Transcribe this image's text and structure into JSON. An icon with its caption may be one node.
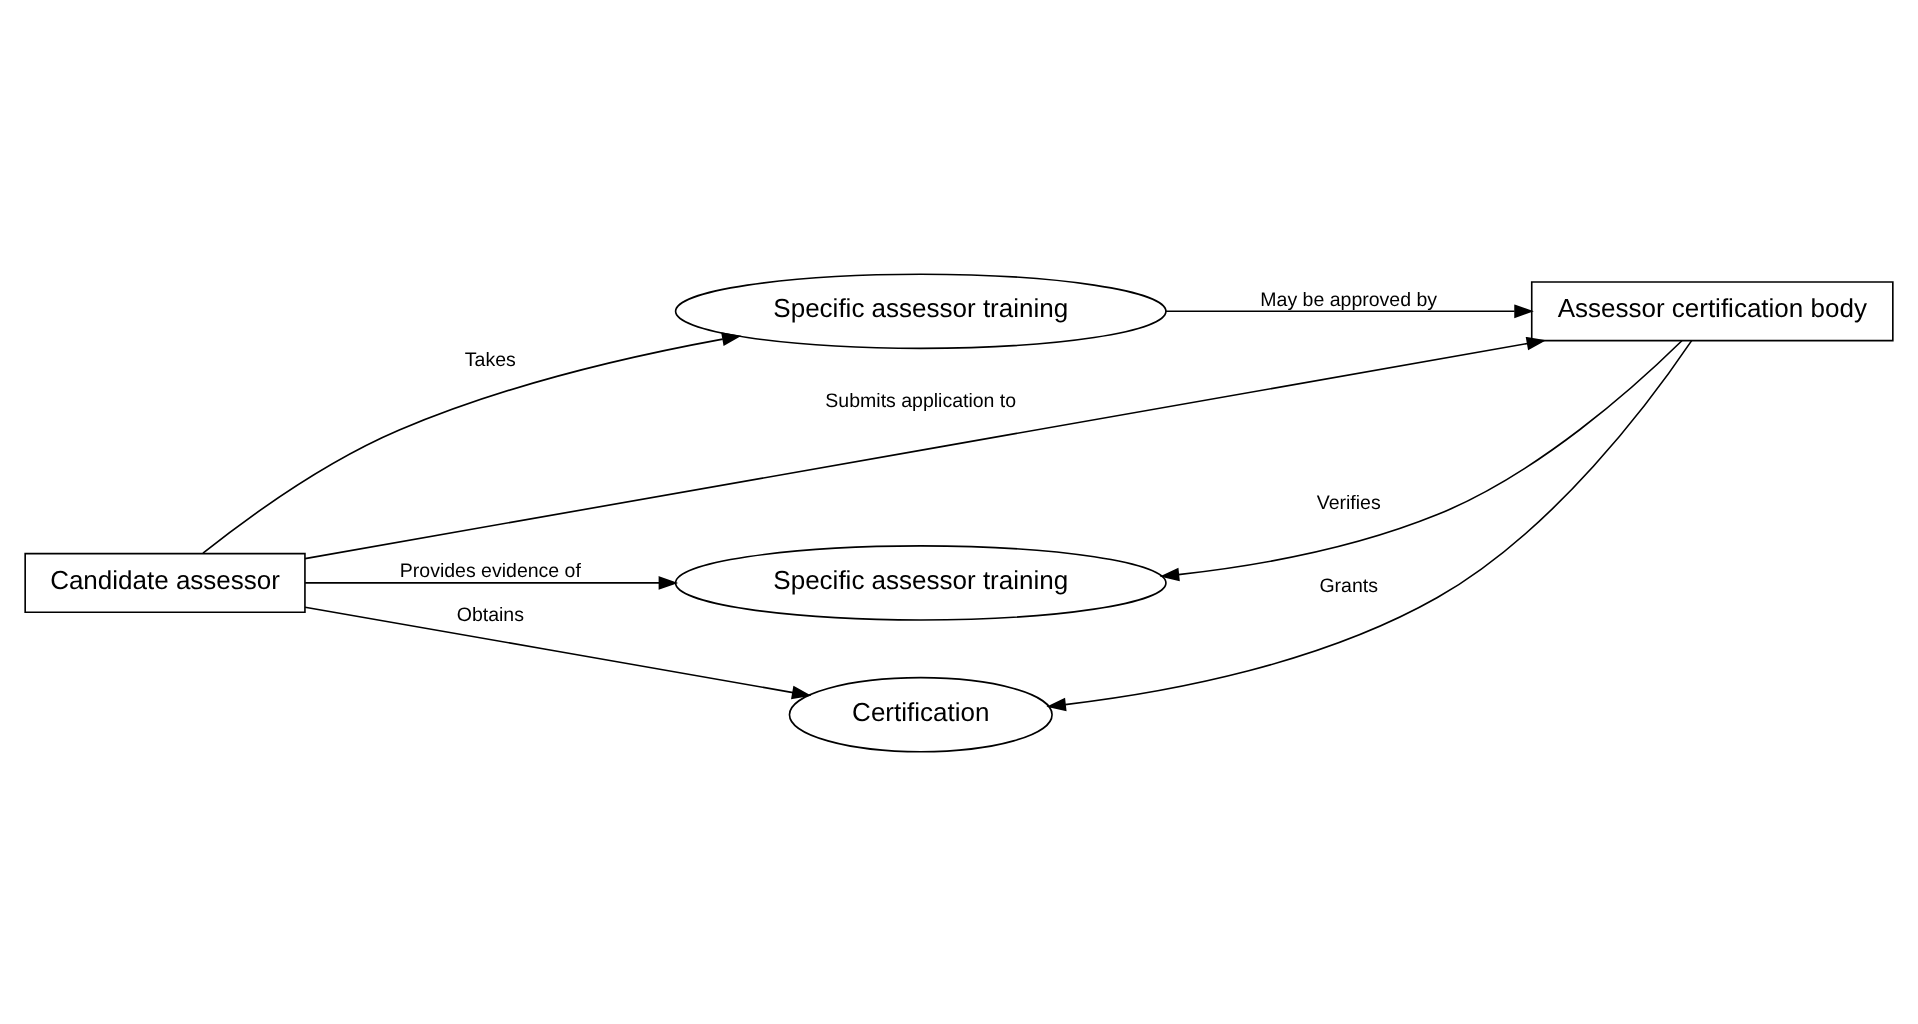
{
  "diagram": {
    "nodes": [
      {
        "text": [
          "Candidate assessor"
        ]
      },
      {
        "text": [
          "Specific assessor training"
        ]
      },
      {
        "text": [
          "Assessor certification body"
        ]
      },
      {
        "text": [
          "Specific assessor training"
        ]
      },
      {
        "text": [
          "Certification"
        ]
      }
    ],
    "edges": [
      {
        "from": 0,
        "to": 1,
        "arrow": "to",
        "label": "Takes"
      },
      {
        "from": 1,
        "to": 2,
        "arrow": "to",
        "label": "May be approved by"
      },
      {
        "from": 0,
        "to": 2,
        "arrow": "to",
        "label": "Submits application to"
      },
      {
        "from": 0,
        "to": 3,
        "arrow": "to",
        "label": "Provides evidence of"
      },
      {
        "from": 2,
        "to": 3,
        "arrow": "to",
        "label": "Verifies"
      },
      {
        "from": 0,
        "to": 4,
        "arrow": "to",
        "label": "Obtains"
      },
      {
        "from": 2,
        "to": 4,
        "arrow": "to",
        "label": "Grants"
      }
    ]
  }
}
